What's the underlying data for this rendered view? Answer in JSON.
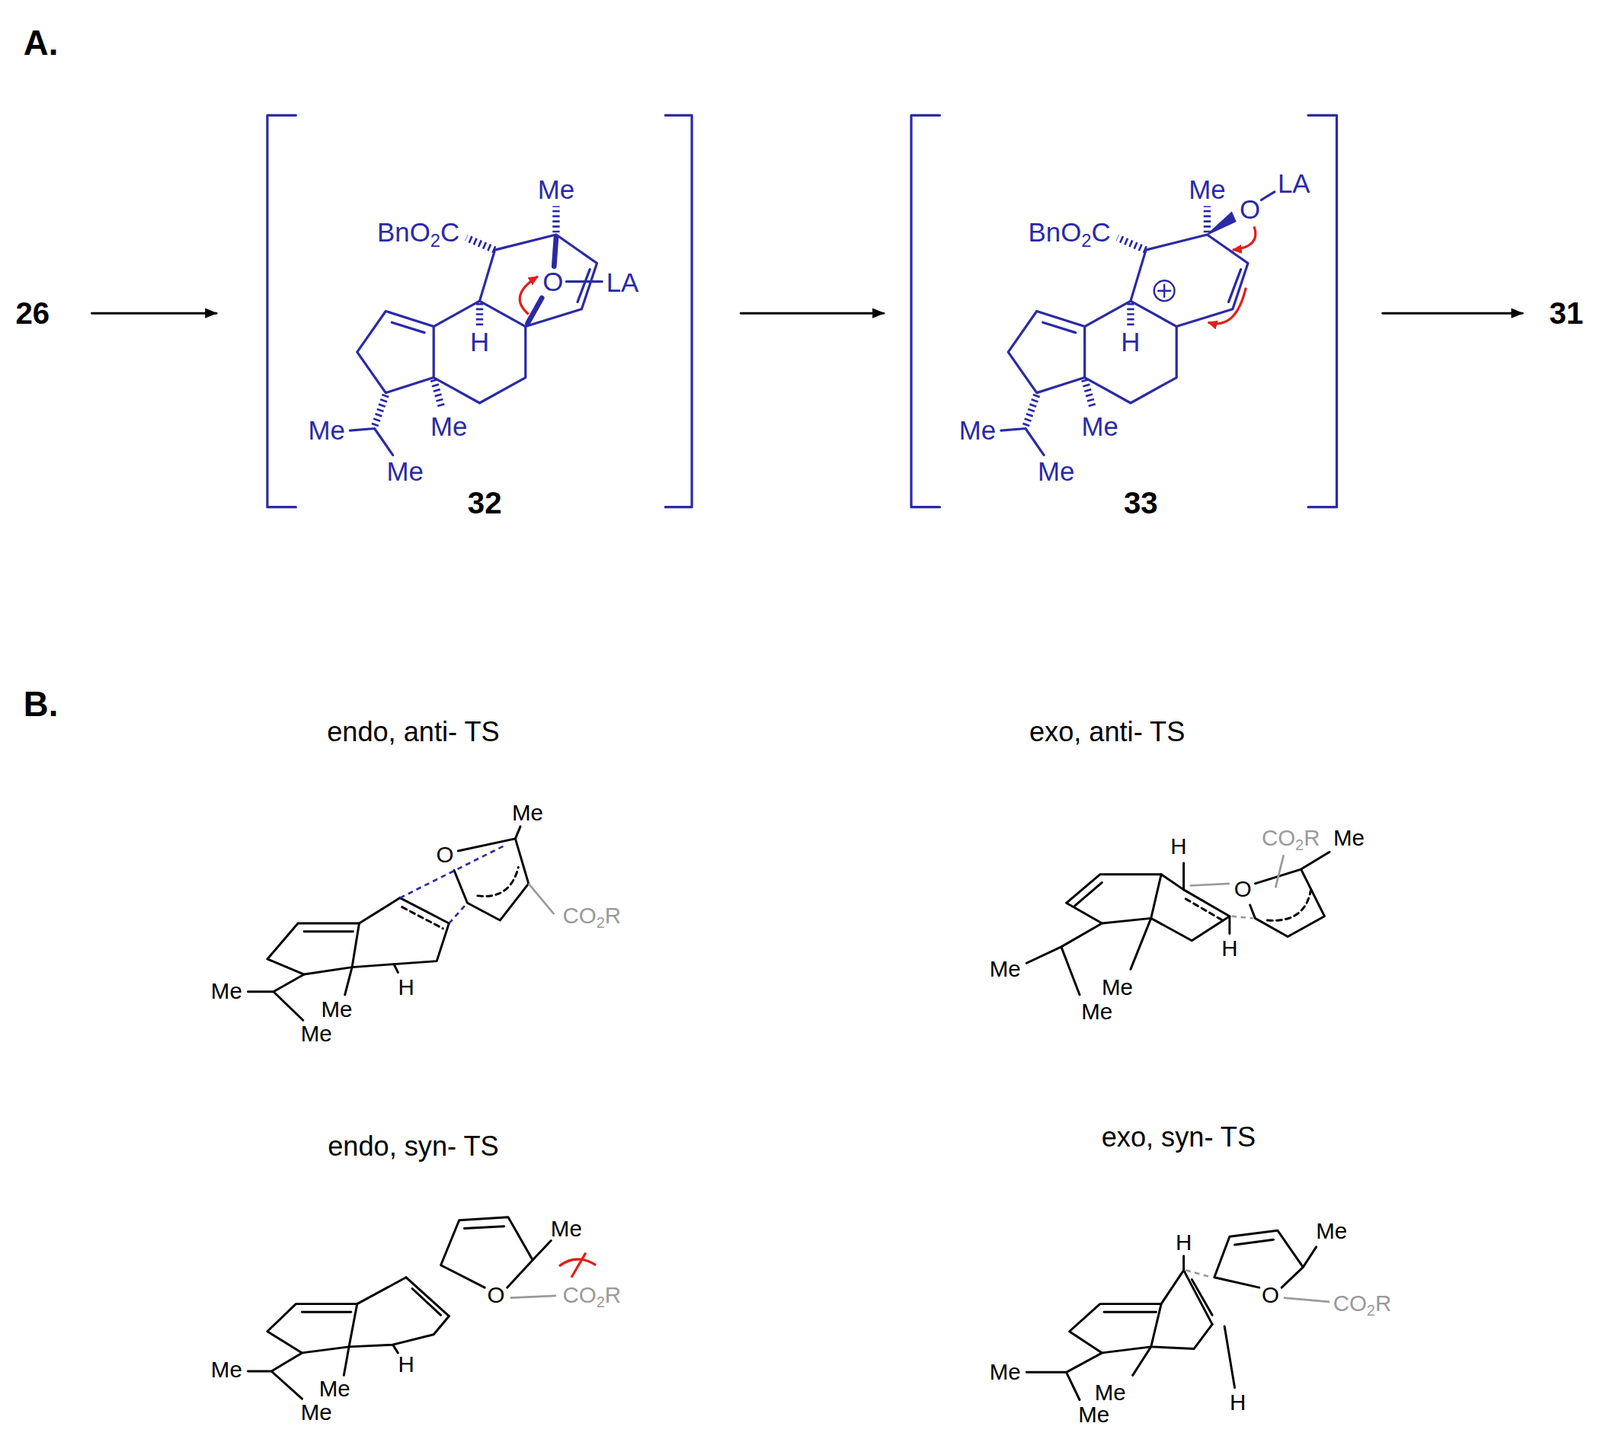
{
  "diagram": {
    "labels": [
      "A.",
      "26",
      "BnO2C",
      "Me",
      "O",
      "LA",
      "H",
      "Me",
      "Me",
      "Me",
      "32",
      "BnO2C",
      "Me",
      "O",
      "LA",
      "H",
      "Me",
      "Me",
      "Me",
      "33",
      "31",
      "B.",
      "endo, anti- TS",
      "Me",
      "O",
      "CO2R",
      "Me",
      "H",
      "Me",
      "Me",
      "exo, anti- TS",
      "H",
      "CO2R",
      "Me",
      "O",
      "H",
      "Me",
      "Me",
      "Me",
      "endo, syn- TS",
      "Me",
      "O",
      "CO2R",
      "Me",
      "H",
      "Me",
      "Me",
      "exo, syn- TS",
      "H",
      "Me",
      "O",
      "CO2R",
      "Me",
      "Me",
      "Me",
      "H"
    ]
  }
}
